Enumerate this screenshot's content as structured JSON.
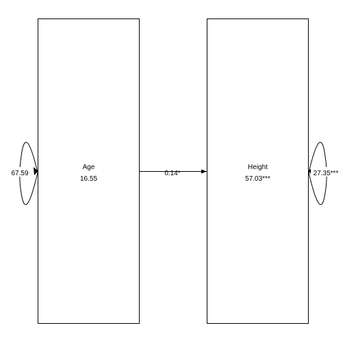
{
  "nodes": {
    "age": {
      "label": "Age",
      "value": "16.55"
    },
    "height": {
      "label": "Height",
      "value": "57.03***"
    }
  },
  "edges": {
    "age_to_height": {
      "label": "0.14*"
    }
  },
  "variances": {
    "age": {
      "label": "67.59"
    },
    "height": {
      "label": "27.35***"
    }
  }
}
